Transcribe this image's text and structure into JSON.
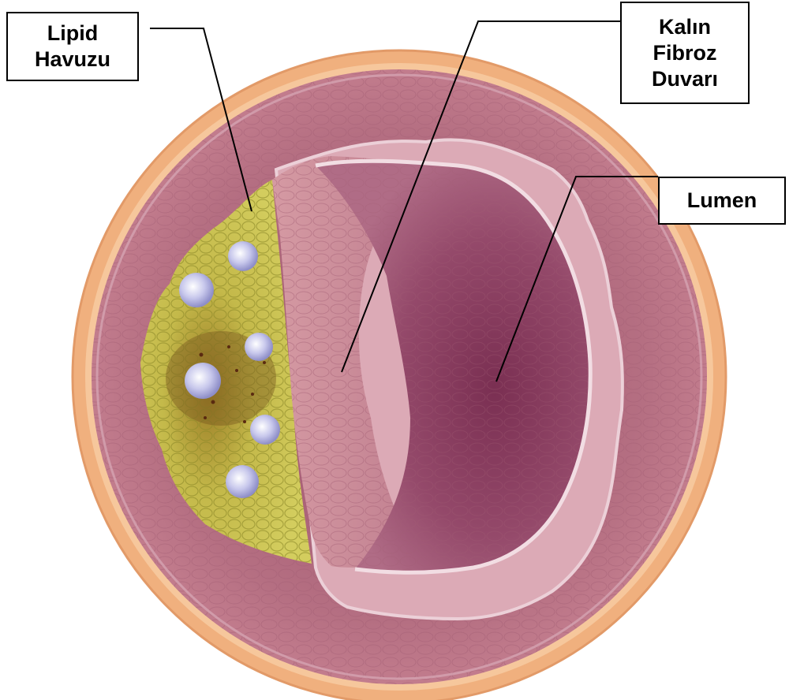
{
  "labels": {
    "lipid_pool": [
      "Lipid",
      "Havuzu"
    ],
    "thick_fibrous_wall": [
      "Kalın",
      "Fibroz",
      "Duvarı"
    ],
    "lumen": [
      "Lumen"
    ]
  },
  "colors": {
    "adventitia": "#f0b07e",
    "media": "#b56f82",
    "intima": "#c98a96",
    "lumen_dark": "#8a3f5c",
    "lipid": "#c9c24a",
    "lipid_dark": "#7a5a1e",
    "foam_cell": "#c8c8ec",
    "leader_line": "#000000"
  }
}
